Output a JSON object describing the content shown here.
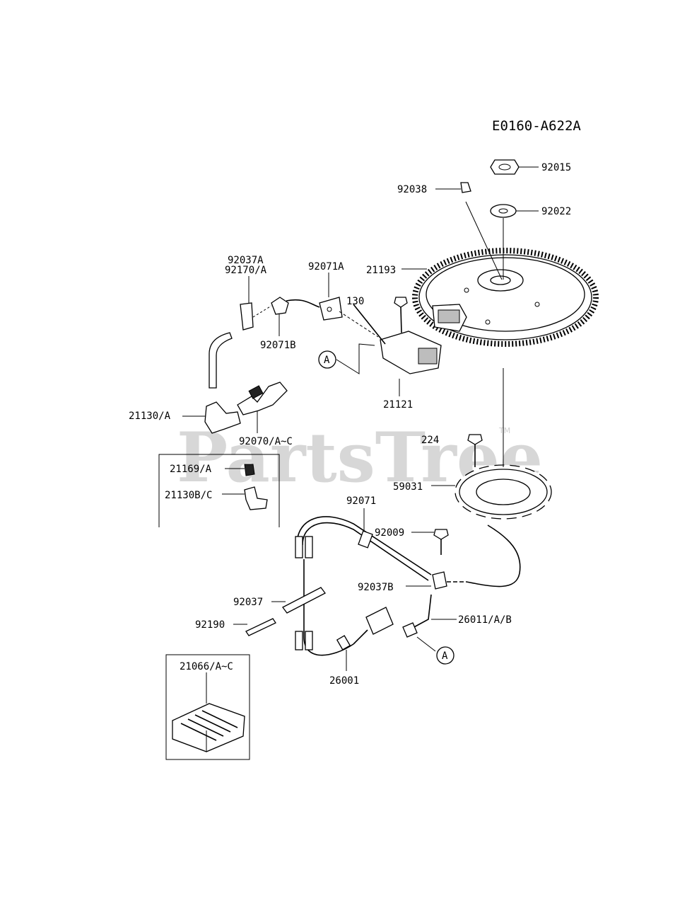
{
  "diagram_code": "E0160-A622A",
  "watermark": "PartsTree",
  "watermark_tm": "TM",
  "callout_letter": "A",
  "labels": {
    "p92038": "92038",
    "p92015": "92015",
    "p92022": "92022",
    "p21193": "21193",
    "p92037A": "92037A",
    "p92170A": "92170/A",
    "p92071A": "92071A",
    "p130": "130",
    "p92071B": "92071B",
    "p21121": "21121",
    "p21130A": "21130/A",
    "p92070": "92070/A~C",
    "p224": "224",
    "p59031": "59031",
    "p21169": "21169/A",
    "p21130BC": "21130B/C",
    "p92071": "92071",
    "p92009": "92009",
    "p92037B": "92037B",
    "p92037": "92037",
    "p92190": "92190",
    "p26011": "26011/A/B",
    "p21066": "21066/A~C",
    "p26001": "26001"
  }
}
